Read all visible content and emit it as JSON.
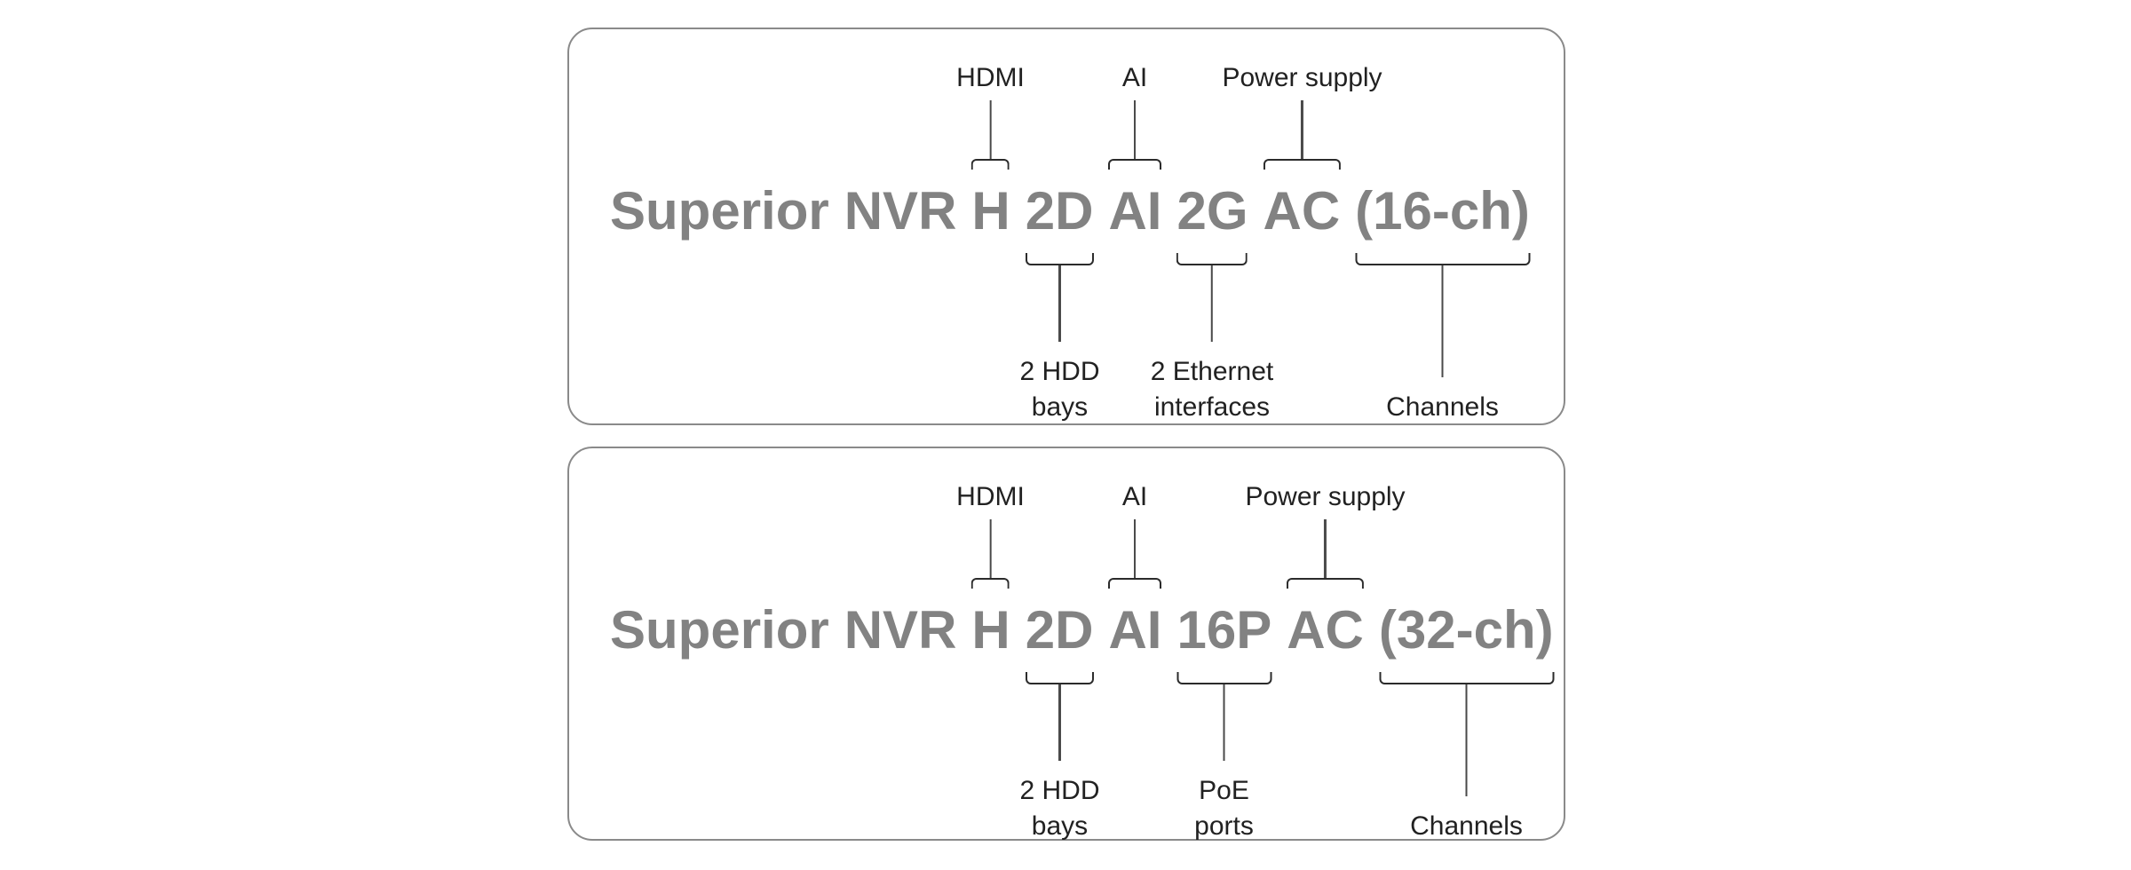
{
  "page": {
    "background": "#ffffff"
  },
  "colors": {
    "card_border": "#8a8a8a",
    "product_name_text": "#828282",
    "label_text": "#212121",
    "connector_line": "#2b2b2b"
  },
  "cards": [
    {
      "full_name": "Superior NVR H 2D AI 2G AC (16-ch)",
      "name_segments": {
        "brand": "Superior",
        "series": "NVR",
        "hdmi": "H",
        "hdd": "2D",
        "ai": "AI",
        "network": "2G",
        "power": "AC",
        "channels": "(16-ch)"
      },
      "callouts_top": [
        {
          "target": "hdmi",
          "label": "HDMI"
        },
        {
          "target": "ai",
          "label": "AI"
        },
        {
          "target": "power",
          "label": "Power supply"
        }
      ],
      "callouts_bottom": [
        {
          "target": "hdd",
          "line1": "2 HDD",
          "line2": "bays"
        },
        {
          "target": "network",
          "line1": "2 Ethernet",
          "line2": "interfaces"
        },
        {
          "target": "channels",
          "line1": "Channels",
          "line2": ""
        }
      ]
    },
    {
      "full_name": "Superior NVR H 2D AI 16P AC (32-ch)",
      "name_segments": {
        "brand": "Superior",
        "series": "NVR",
        "hdmi": "H",
        "hdd": "2D",
        "ai": "AI",
        "network": "16P",
        "power": "AC",
        "channels": "(32-ch)"
      },
      "callouts_top": [
        {
          "target": "hdmi",
          "label": "HDMI"
        },
        {
          "target": "ai",
          "label": "AI"
        },
        {
          "target": "power",
          "label": "Power supply"
        }
      ],
      "callouts_bottom": [
        {
          "target": "hdd",
          "line1": "2 HDD",
          "line2": "bays"
        },
        {
          "target": "network",
          "line1": "PoE",
          "line2": "ports"
        },
        {
          "target": "channels",
          "line1": "Channels",
          "line2": ""
        }
      ]
    }
  ]
}
